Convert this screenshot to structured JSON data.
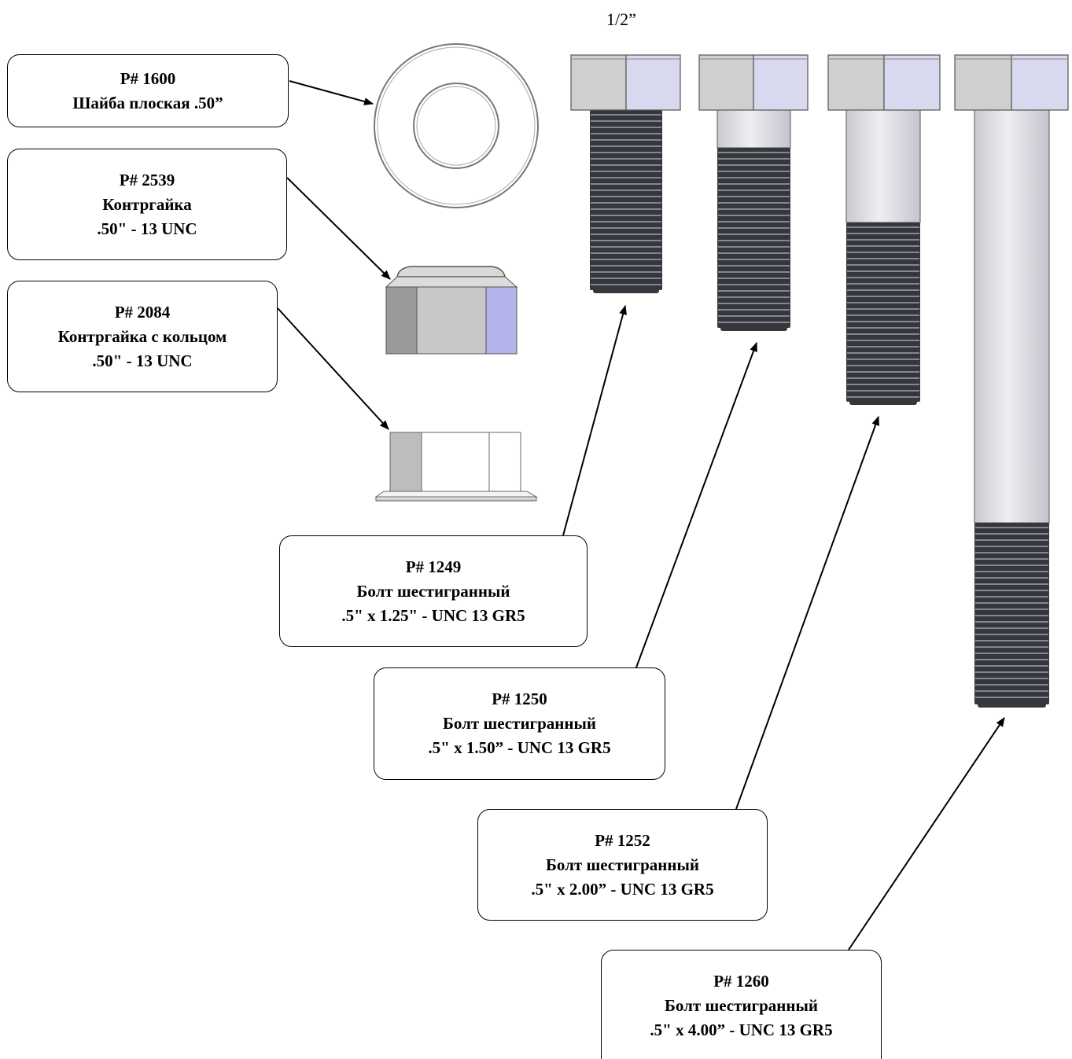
{
  "size_title": "1/2”",
  "callouts": [
    {
      "id": "washer",
      "part": "P# 1600",
      "lines": [
        "Шайба плоская .50”"
      ]
    },
    {
      "id": "locknut",
      "part": "P# 2539",
      "lines": [
        "Контргайка",
        ".50\" - 13 UNC"
      ]
    },
    {
      "id": "flange-locknut",
      "part": "P# 2084",
      "lines": [
        "Контргайка с кольцом",
        ".50\" - 13 UNC"
      ]
    },
    {
      "id": "bolt-125",
      "part": "P# 1249",
      "lines": [
        "Болт шестигранный",
        ".5\" x 1.25\" - UNC 13 GR5"
      ]
    },
    {
      "id": "bolt-150",
      "part": "P# 1250",
      "lines": [
        "Болт шестигранный",
        ".5\" x 1.50” - UNC 13 GR5"
      ]
    },
    {
      "id": "bolt-200",
      "part": "P# 1252",
      "lines": [
        "Болт шестигранный",
        ".5\" x 2.00” - UNC 13 GR5"
      ]
    },
    {
      "id": "bolt-400",
      "part": "P# 1260",
      "lines": [
        "Болт шестигранный",
        ".5\" x 4.00” - UNC 13 GR5"
      ]
    }
  ],
  "colors": {
    "thread": "#35373d",
    "thread_line": "#85878f",
    "shank": "#dedee6",
    "head_left": "#cfcfcf",
    "head_right": "#d8d8ee",
    "outline": "#555555",
    "nut_dark": "#9a9a9a",
    "nut_mid": "#c8c8c8",
    "nut_blue": "#b4b4ea"
  }
}
